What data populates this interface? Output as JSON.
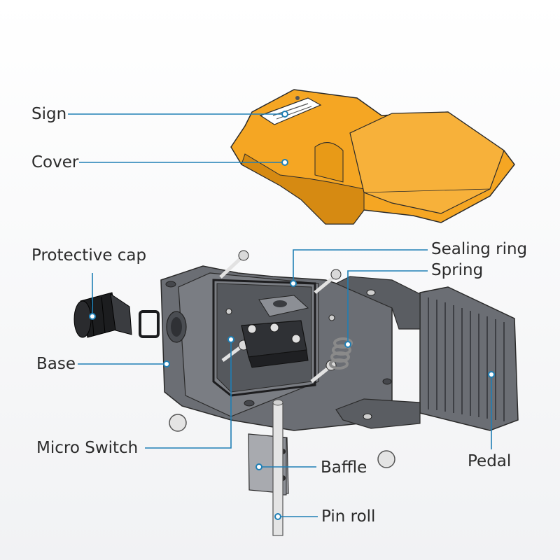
{
  "labels": {
    "sign": "Sign",
    "cover": "Cover",
    "protective_cap": "Protective cap",
    "sealing_ring": "Sealing ring",
    "spring": "Spring",
    "base": "Base",
    "micro_switch": "Micro Switch",
    "baffle": "Baffle",
    "pedal": "Pedal",
    "pin_roll": "Pin roll"
  },
  "colors": {
    "leader": "#1f7fb5",
    "cover": "#f5a623",
    "cover_dark": "#c97e0f",
    "base": "#6b6e74",
    "base_dark": "#45474c",
    "background": "#ffffff"
  }
}
